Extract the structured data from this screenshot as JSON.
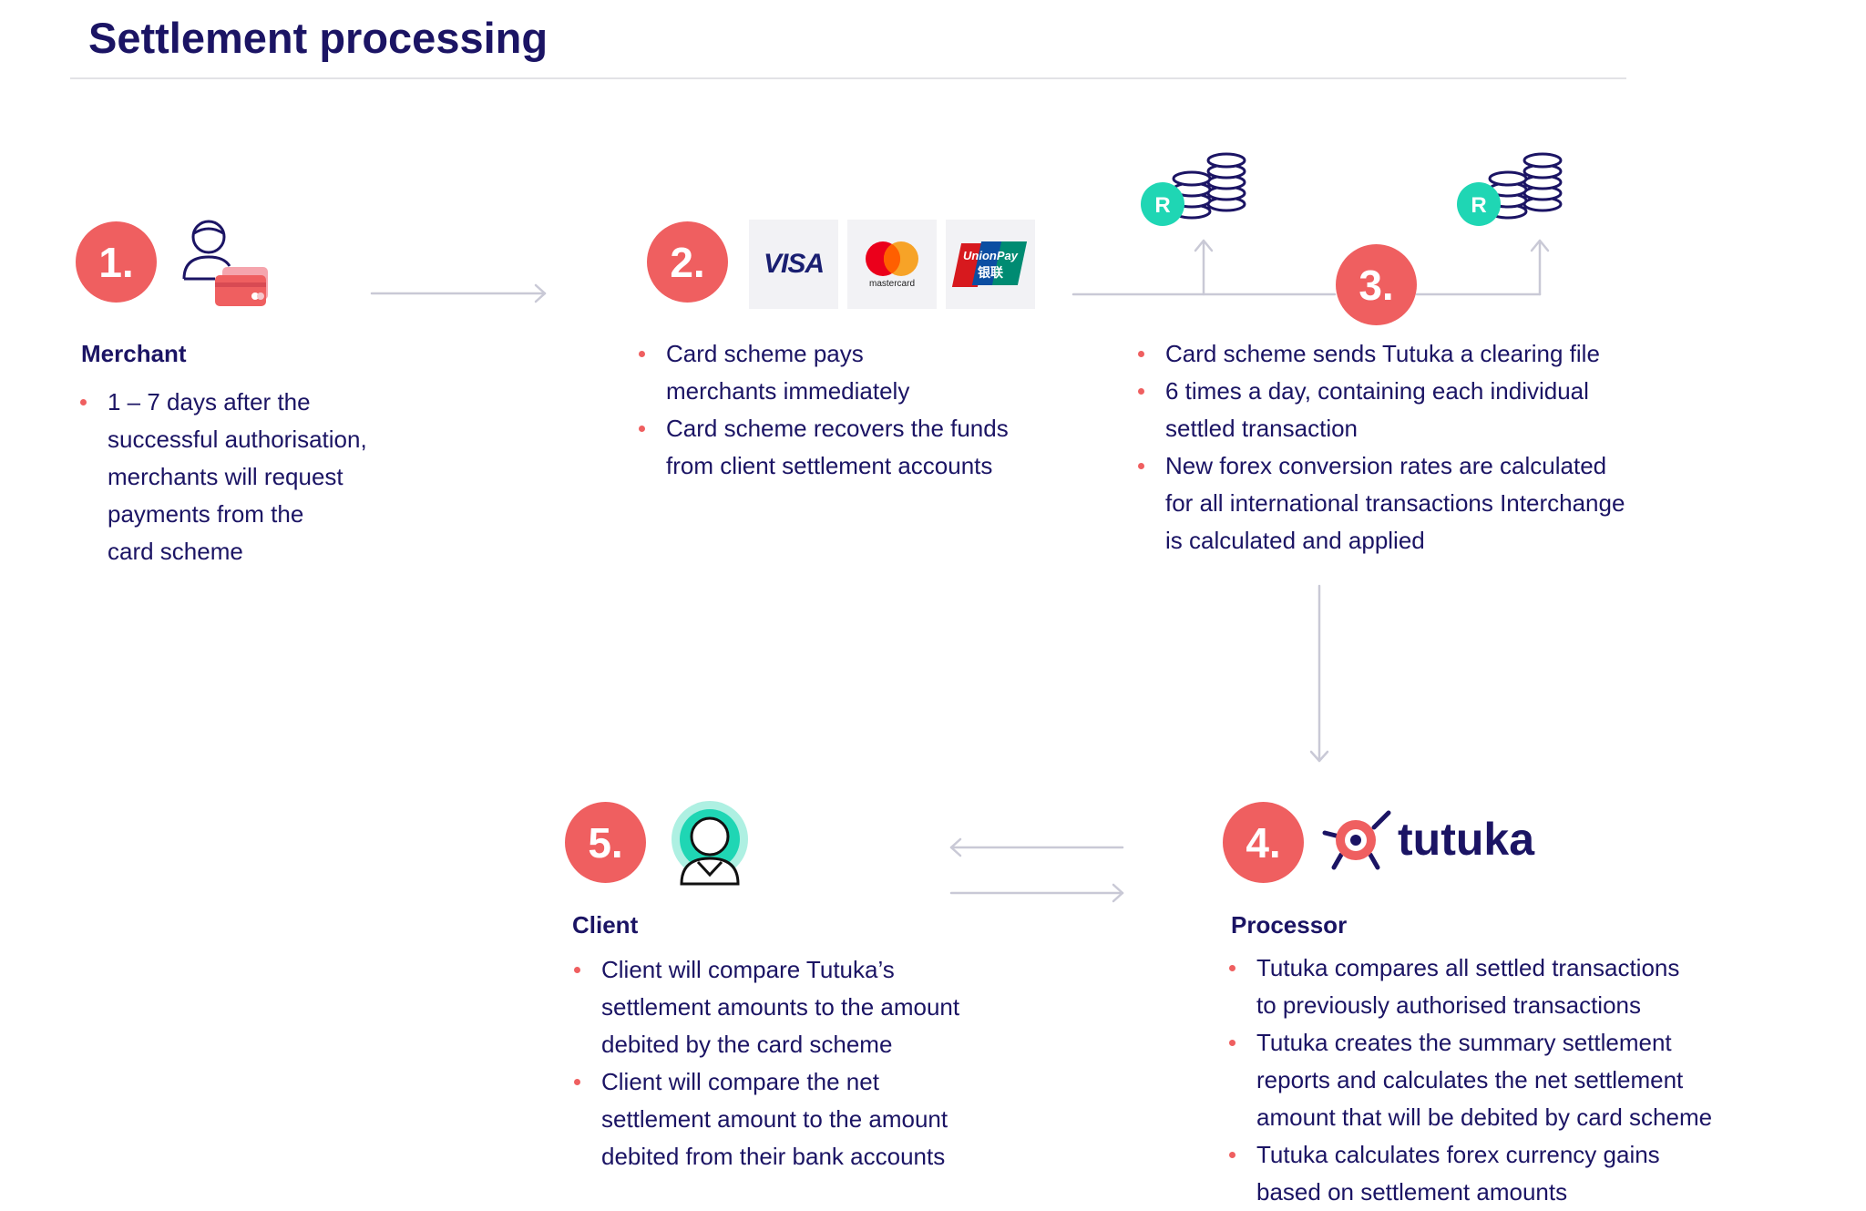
{
  "title": "Settlement processing",
  "steps": {
    "merchant": {
      "number": "1.",
      "heading": "Merchant",
      "bullets": [
        [
          "1 – 7 days after the",
          "successful authorisation,",
          "merchants will request",
          "payments from the",
          "card scheme"
        ]
      ]
    },
    "scheme": {
      "number": "2.",
      "logos": {
        "visa": "VISA",
        "mastercard": "mastercard",
        "unionpay": "UnionPay",
        "unionpay_cn": "银联"
      },
      "bullets": [
        [
          "Card scheme pays",
          "merchants immediately"
        ],
        [
          "Card scheme recovers the funds",
          "from client settlement accounts"
        ]
      ]
    },
    "clearing": {
      "number": "3.",
      "coin_badge_left": "R",
      "coin_badge_right": "R",
      "bullets": [
        [
          "Card scheme sends Tutuka a clearing file"
        ],
        [
          "6 times a day, containing each individual",
          "settled transaction"
        ],
        [
          "New forex conversion rates are calculated",
          "for all international transactions Interchange",
          "is calculated and applied"
        ]
      ]
    },
    "processor": {
      "number": "4.",
      "logo_text": "tutuka",
      "heading": "Processor",
      "bullets": [
        [
          "Tutuka compares all settled transactions",
          "to previously authorised transactions"
        ],
        [
          "Tutuka creates the summary settlement",
          "reports and calculates the net settlement",
          "amount that will be debited by card scheme"
        ],
        [
          "Tutuka calculates forex currency gains",
          "based on settlement amounts"
        ]
      ]
    },
    "client": {
      "number": "5.",
      "heading": "Client",
      "bullets": [
        [
          "Client will compare Tutuka’s",
          "settlement amounts to the amount",
          "debited by the card scheme"
        ],
        [
          "Client will compare the net",
          "settlement amount to the amount",
          "debited from their bank accounts"
        ]
      ]
    }
  },
  "colors": {
    "navy": "#1b1464",
    "coral": "#ef5f60",
    "teal": "#1fd6b4",
    "arrow": "#c9c9d6"
  }
}
